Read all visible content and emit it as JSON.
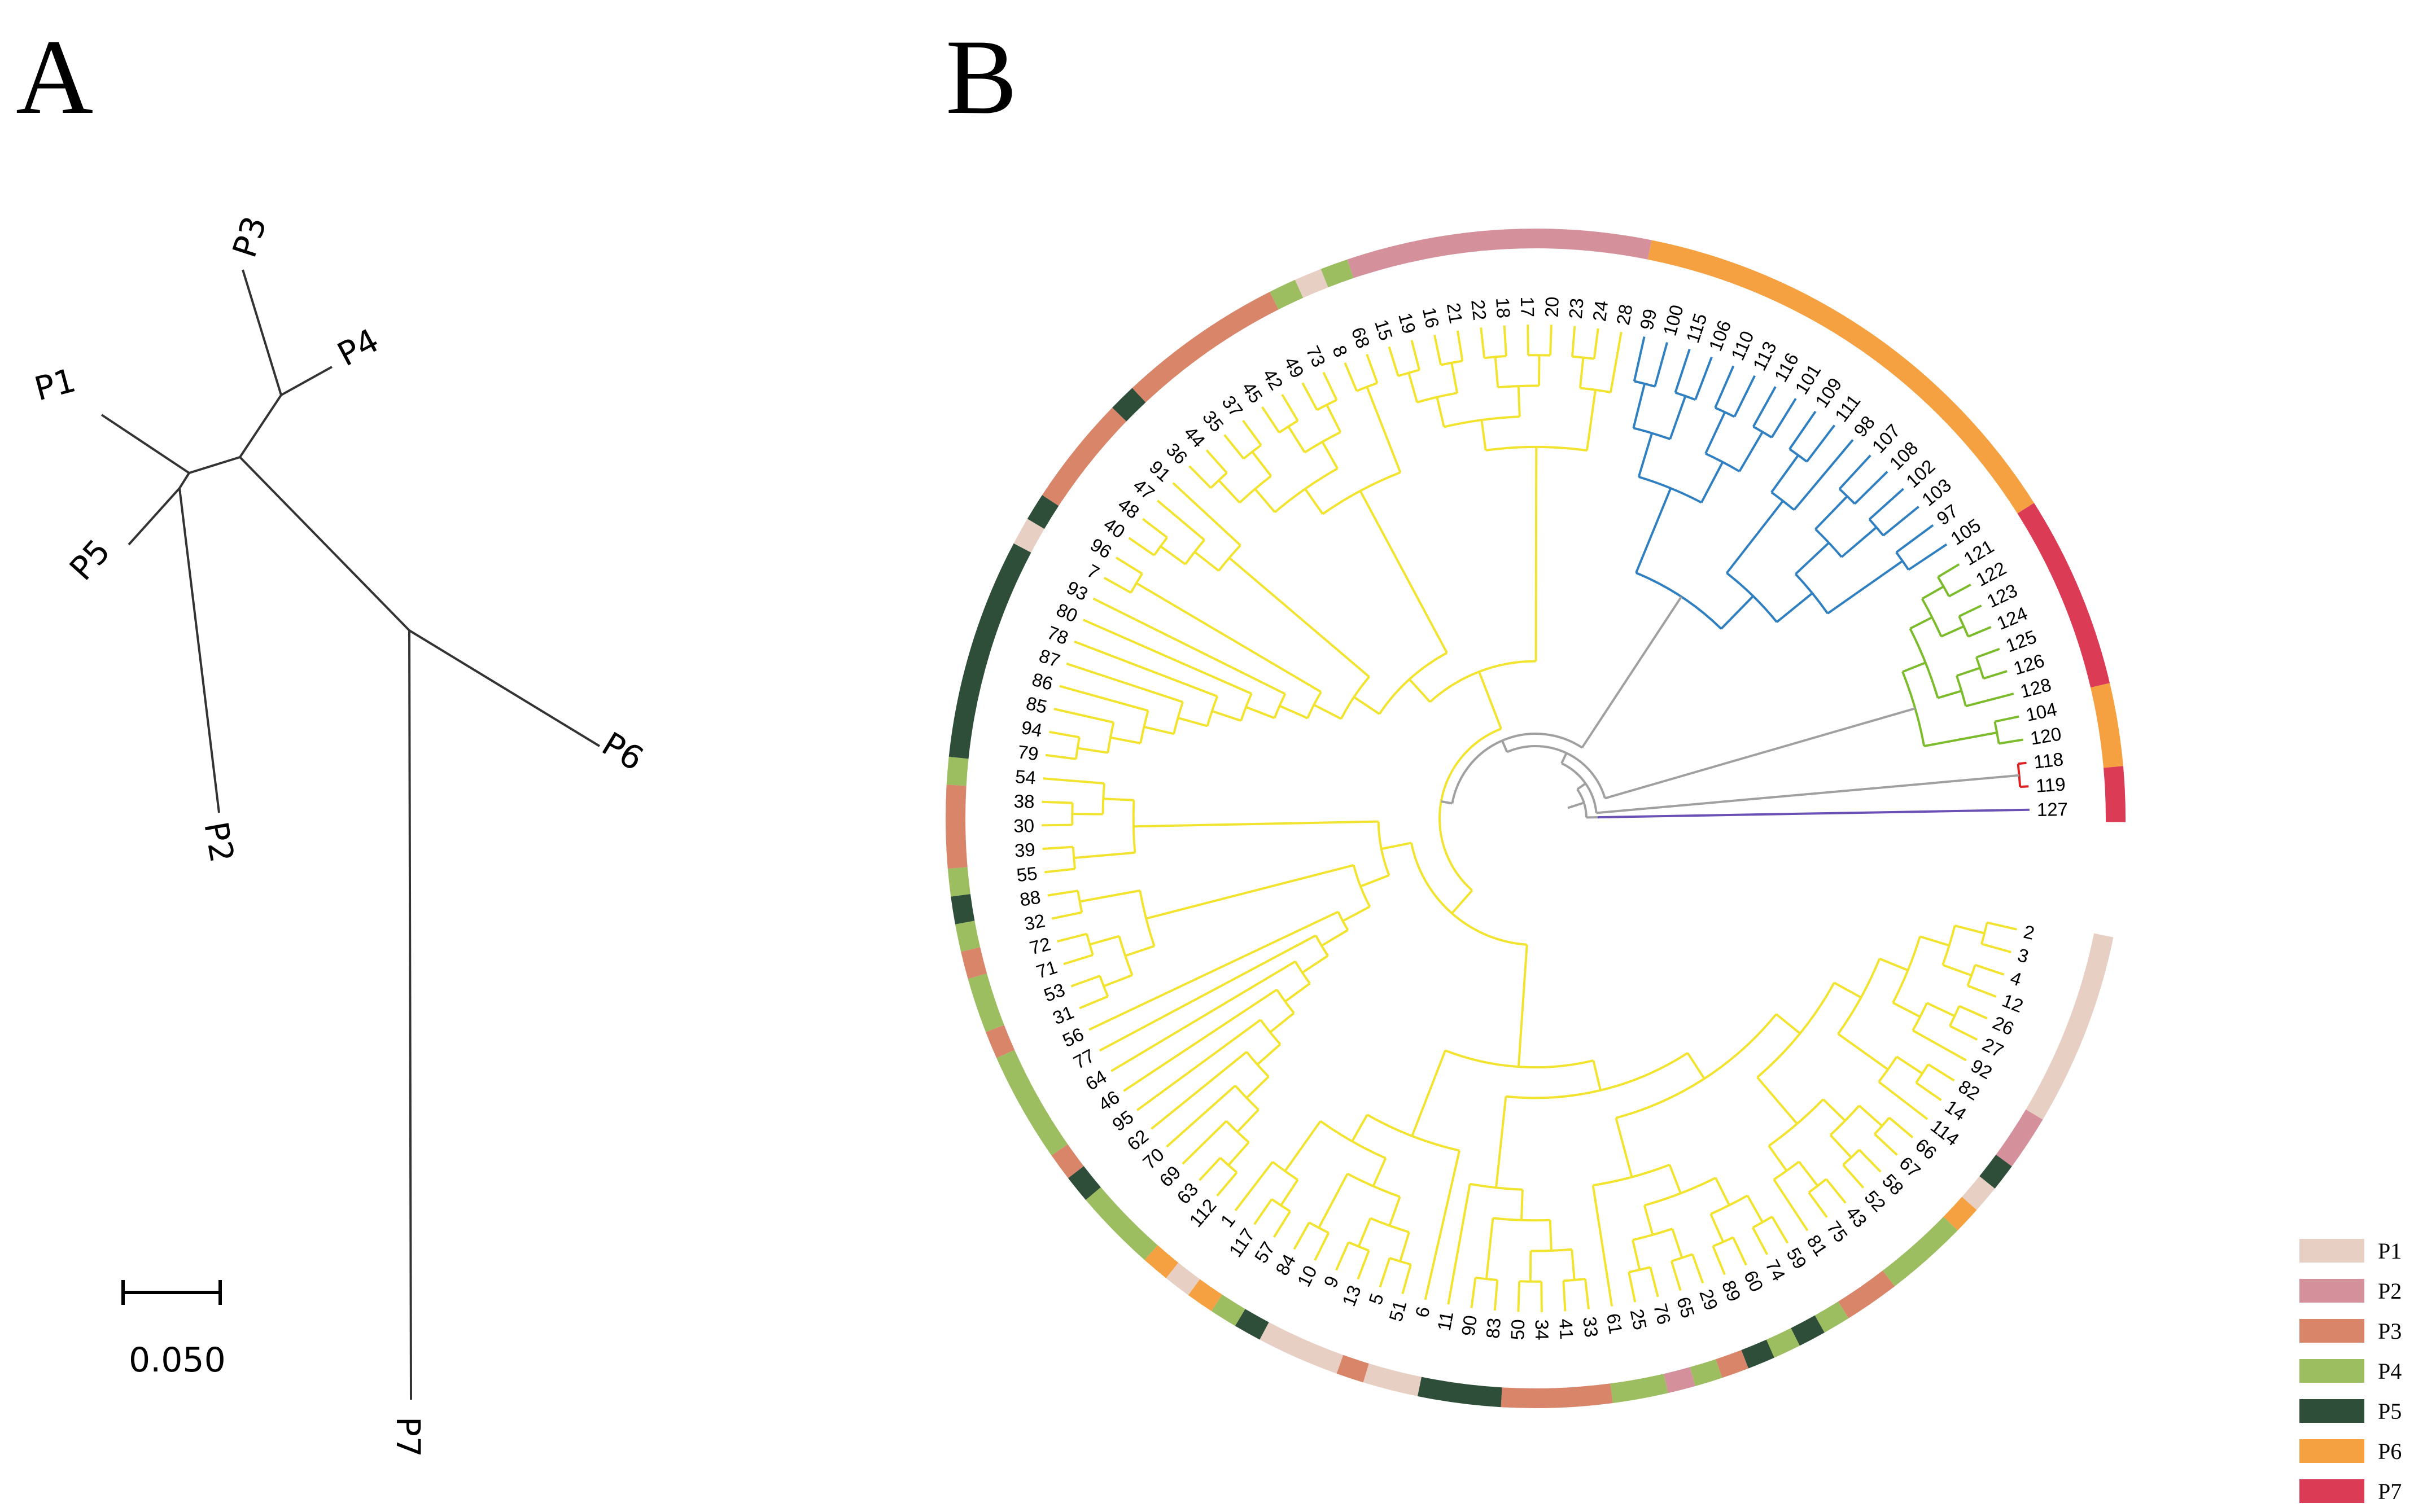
{
  "panels": {
    "a_label": "A",
    "b_label": "B"
  },
  "panel_a": {
    "tips": [
      "P1",
      "P2",
      "P3",
      "P4",
      "P5",
      "P6",
      "P7"
    ],
    "scale_bar_label": "0.050"
  },
  "panel_b": {
    "colors": {
      "yellow_clade": "#f2e32e",
      "blue_clade": "#2f7fc1",
      "green_clade": "#7cbb2c",
      "red_clade": "#e02020",
      "purple_clade": "#6a4fb5",
      "root_branches": "#a0a0a0"
    },
    "leaf_order": [
      "2",
      "3",
      "4",
      "12",
      "26",
      "27",
      "92",
      "82",
      "14",
      "114",
      "66",
      "67",
      "58",
      "52",
      "43",
      "75",
      "81",
      "59",
      "74",
      "60",
      "89",
      "29",
      "65",
      "76",
      "25",
      "61",
      "33",
      "41",
      "34",
      "50",
      "83",
      "90",
      "11",
      "6",
      "51",
      "5",
      "13",
      "9",
      "10",
      "84",
      "57",
      "117",
      "1",
      "112",
      "63",
      "69",
      "70",
      "62",
      "95",
      "46",
      "64",
      "77",
      "56",
      "31",
      "53",
      "71",
      "72",
      "32",
      "88",
      "55",
      "39",
      "30",
      "38",
      "54",
      "79",
      "94",
      "85",
      "86",
      "87",
      "78",
      "80",
      "93",
      "7",
      "96",
      "40",
      "48",
      "47",
      "91",
      "36",
      "44",
      "35",
      "37",
      "45",
      "42",
      "49",
      "73",
      "8",
      "68",
      "15",
      "19",
      "16",
      "21",
      "22",
      "18",
      "17",
      "20",
      "23",
      "24",
      "28",
      "99",
      "100",
      "115",
      "106",
      "110",
      "113",
      "116",
      "101",
      "109",
      "111",
      "98",
      "107",
      "108",
      "102",
      "103",
      "97",
      "105",
      "121",
      "122",
      "123",
      "124",
      "125",
      "126",
      "128",
      "104",
      "120",
      "118",
      "119",
      "127"
    ],
    "ring_segments": [
      {
        "from": "2",
        "to": "92",
        "pop": "P1"
      },
      {
        "from": "82",
        "to": "14",
        "pop": "P2"
      },
      {
        "from": "114",
        "to": "114",
        "pop": "P5"
      },
      {
        "from": "66",
        "to": "66",
        "pop": "P1"
      },
      {
        "from": "67",
        "to": "67",
        "pop": "P6"
      },
      {
        "from": "58",
        "to": "43",
        "pop": "P4"
      },
      {
        "from": "75",
        "to": "81",
        "pop": "P3"
      },
      {
        "from": "59",
        "to": "59",
        "pop": "P4"
      },
      {
        "from": "74",
        "to": "74",
        "pop": "P5"
      },
      {
        "from": "60",
        "to": "60",
        "pop": "P4"
      },
      {
        "from": "89",
        "to": "89",
        "pop": "P5"
      },
      {
        "from": "29",
        "to": "29",
        "pop": "P3"
      },
      {
        "from": "65",
        "to": "65",
        "pop": "P4"
      },
      {
        "from": "76",
        "to": "76",
        "pop": "P2"
      },
      {
        "from": "25",
        "to": "61",
        "pop": "P4"
      },
      {
        "from": "33",
        "to": "50",
        "pop": "P3"
      },
      {
        "from": "83",
        "to": "11",
        "pop": "P5"
      },
      {
        "from": "6",
        "to": "51",
        "pop": "P1"
      },
      {
        "from": "5",
        "to": "5",
        "pop": "P3"
      },
      {
        "from": "13",
        "to": "10",
        "pop": "P1"
      },
      {
        "from": "84",
        "to": "84",
        "pop": "P5"
      },
      {
        "from": "57",
        "to": "57",
        "pop": "P4"
      },
      {
        "from": "117",
        "to": "117",
        "pop": "P6"
      },
      {
        "from": "1",
        "to": "1",
        "pop": "P1"
      },
      {
        "from": "112",
        "to": "112",
        "pop": "P6"
      },
      {
        "from": "63",
        "to": "70",
        "pop": "P4"
      },
      {
        "from": "62",
        "to": "62",
        "pop": "P5"
      },
      {
        "from": "95",
        "to": "95",
        "pop": "P3"
      },
      {
        "from": "46",
        "to": "56",
        "pop": "P4"
      },
      {
        "from": "31",
        "to": "31",
        "pop": "P3"
      },
      {
        "from": "53",
        "to": "71",
        "pop": "P4"
      },
      {
        "from": "72",
        "to": "72",
        "pop": "P3"
      },
      {
        "from": "32",
        "to": "32",
        "pop": "P4"
      },
      {
        "from": "88",
        "to": "88",
        "pop": "P5"
      },
      {
        "from": "55",
        "to": "55",
        "pop": "P4"
      },
      {
        "from": "39",
        "to": "38",
        "pop": "P3"
      },
      {
        "from": "54",
        "to": "54",
        "pop": "P4"
      },
      {
        "from": "79",
        "to": "93",
        "pop": "P5"
      },
      {
        "from": "7",
        "to": "7",
        "pop": "P1"
      },
      {
        "from": "96",
        "to": "96",
        "pop": "P5"
      },
      {
        "from": "40",
        "to": "91",
        "pop": "P3"
      },
      {
        "from": "36",
        "to": "36",
        "pop": "P5"
      },
      {
        "from": "44",
        "to": "49",
        "pop": "P3"
      },
      {
        "from": "73",
        "to": "73",
        "pop": "P4"
      },
      {
        "from": "8",
        "to": "8",
        "pop": "P1"
      },
      {
        "from": "68",
        "to": "68",
        "pop": "P4"
      },
      {
        "from": "15",
        "to": "28",
        "pop": "P2"
      },
      {
        "from": "99",
        "to": "105",
        "pop": "P6"
      },
      {
        "from": "121",
        "to": "128",
        "pop": "P7"
      },
      {
        "from": "104",
        "to": "118",
        "pop": "P6"
      },
      {
        "from": "119",
        "to": "127",
        "pop": "P7"
      }
    ]
  },
  "legend": {
    "items": [
      {
        "label": "P1",
        "color": "#e8cfc3"
      },
      {
        "label": "P2",
        "color": "#d4919c"
      },
      {
        "label": "P3",
        "color": "#d9856a"
      },
      {
        "label": "P4",
        "color": "#9cbd60"
      },
      {
        "label": "P5",
        "color": "#2e4e3a"
      },
      {
        "label": "P6",
        "color": "#f5a142"
      },
      {
        "label": "P7",
        "color": "#dc3b56"
      }
    ]
  }
}
